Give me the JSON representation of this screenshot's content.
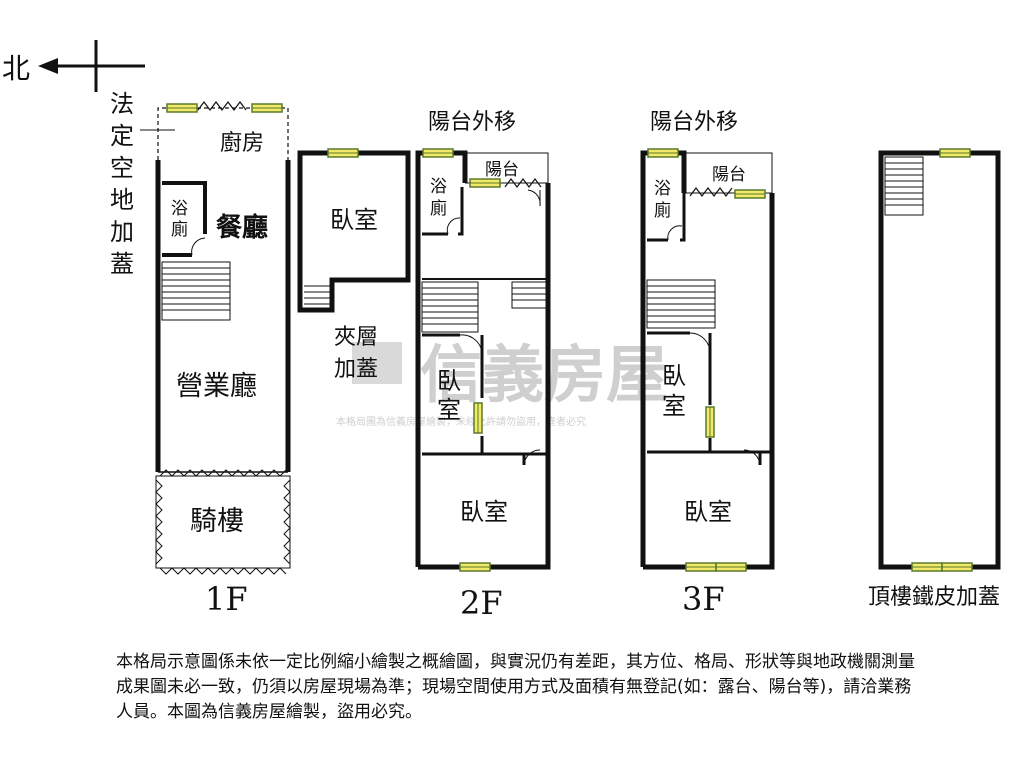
{
  "compass": {
    "north_label": "北"
  },
  "floor_1": {
    "caption": "1F",
    "side_note": [
      "法",
      "定",
      "空",
      "地",
      "加",
      "蓋"
    ],
    "rooms": {
      "kitchen": "廚房",
      "bath": [
        "浴",
        "廁"
      ],
      "dining": "餐廳",
      "business_hall": "營業廳",
      "arcade": "騎樓"
    }
  },
  "floor_2": {
    "caption": "2F",
    "balcony_note": "陽台外移",
    "rooms": {
      "bath": [
        "浴",
        "廁"
      ],
      "balcony": "陽台",
      "mid_room": [
        "臥",
        "室"
      ],
      "front_room": "臥室"
    }
  },
  "mezzanine": {
    "room": "臥室",
    "note": [
      "夾層",
      "加蓋"
    ]
  },
  "floor_3": {
    "caption": "3F",
    "balcony_note": "陽台外移",
    "rooms": {
      "bath": [
        "浴",
        "廁"
      ],
      "balcony": "陽台",
      "mid_room": [
        "臥",
        "室"
      ],
      "front_room": "臥室"
    }
  },
  "rooftop": {
    "caption": "頂樓鐵皮加蓋"
  },
  "watermark": {
    "brand": "信義房屋",
    "text": "本格局圖為信義房屋繪製，未經允許請勿盜用，違者必究"
  },
  "disclaimer": "本格局示意圖係未依一定比例縮小繪製之概繪圖，與實況仍有差距，其方位、格局、形狀等與地政機關測量成果圖未必一致，仍須以房屋現場為準；現場空間使用方式及面積有無登記(如：露台、陽台等)，請洽業務人員。本圖為信義房屋繪製，盜用必究。",
  "colors": {
    "wall": "#111111",
    "window_fill": "#f2e86a",
    "window_edge": "#5a7a2a",
    "watermark": "#cfcfcf"
  }
}
